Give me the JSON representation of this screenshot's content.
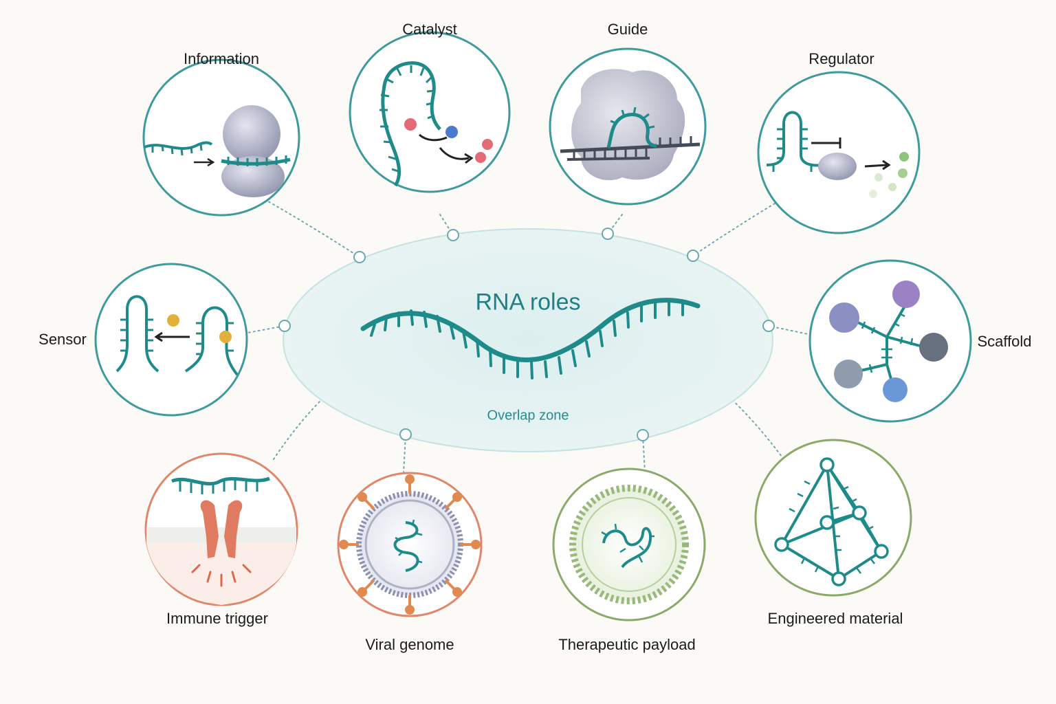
{
  "center": {
    "title": "RNA roles",
    "subtitle": "Overlap zone"
  },
  "roles": {
    "information": "Information",
    "catalyst": "Catalyst",
    "guide": "Guide",
    "regulator": "Regulator",
    "sensor": "Sensor",
    "scaffold": "Scaffold",
    "immune_trigger": "Immune trigger",
    "viral_genome": "Viral genome",
    "therapeutic_payload": "Therapeutic payload",
    "engineered_material": "Engineered material"
  },
  "colors": {
    "rna": "#1f8a8a",
    "teal_ring": "#3f9a9c",
    "orange_ring": "#e0866a",
    "green_ring": "#8aaa6a",
    "protein": "#9da0b8",
    "background": "#fbfaf6"
  }
}
